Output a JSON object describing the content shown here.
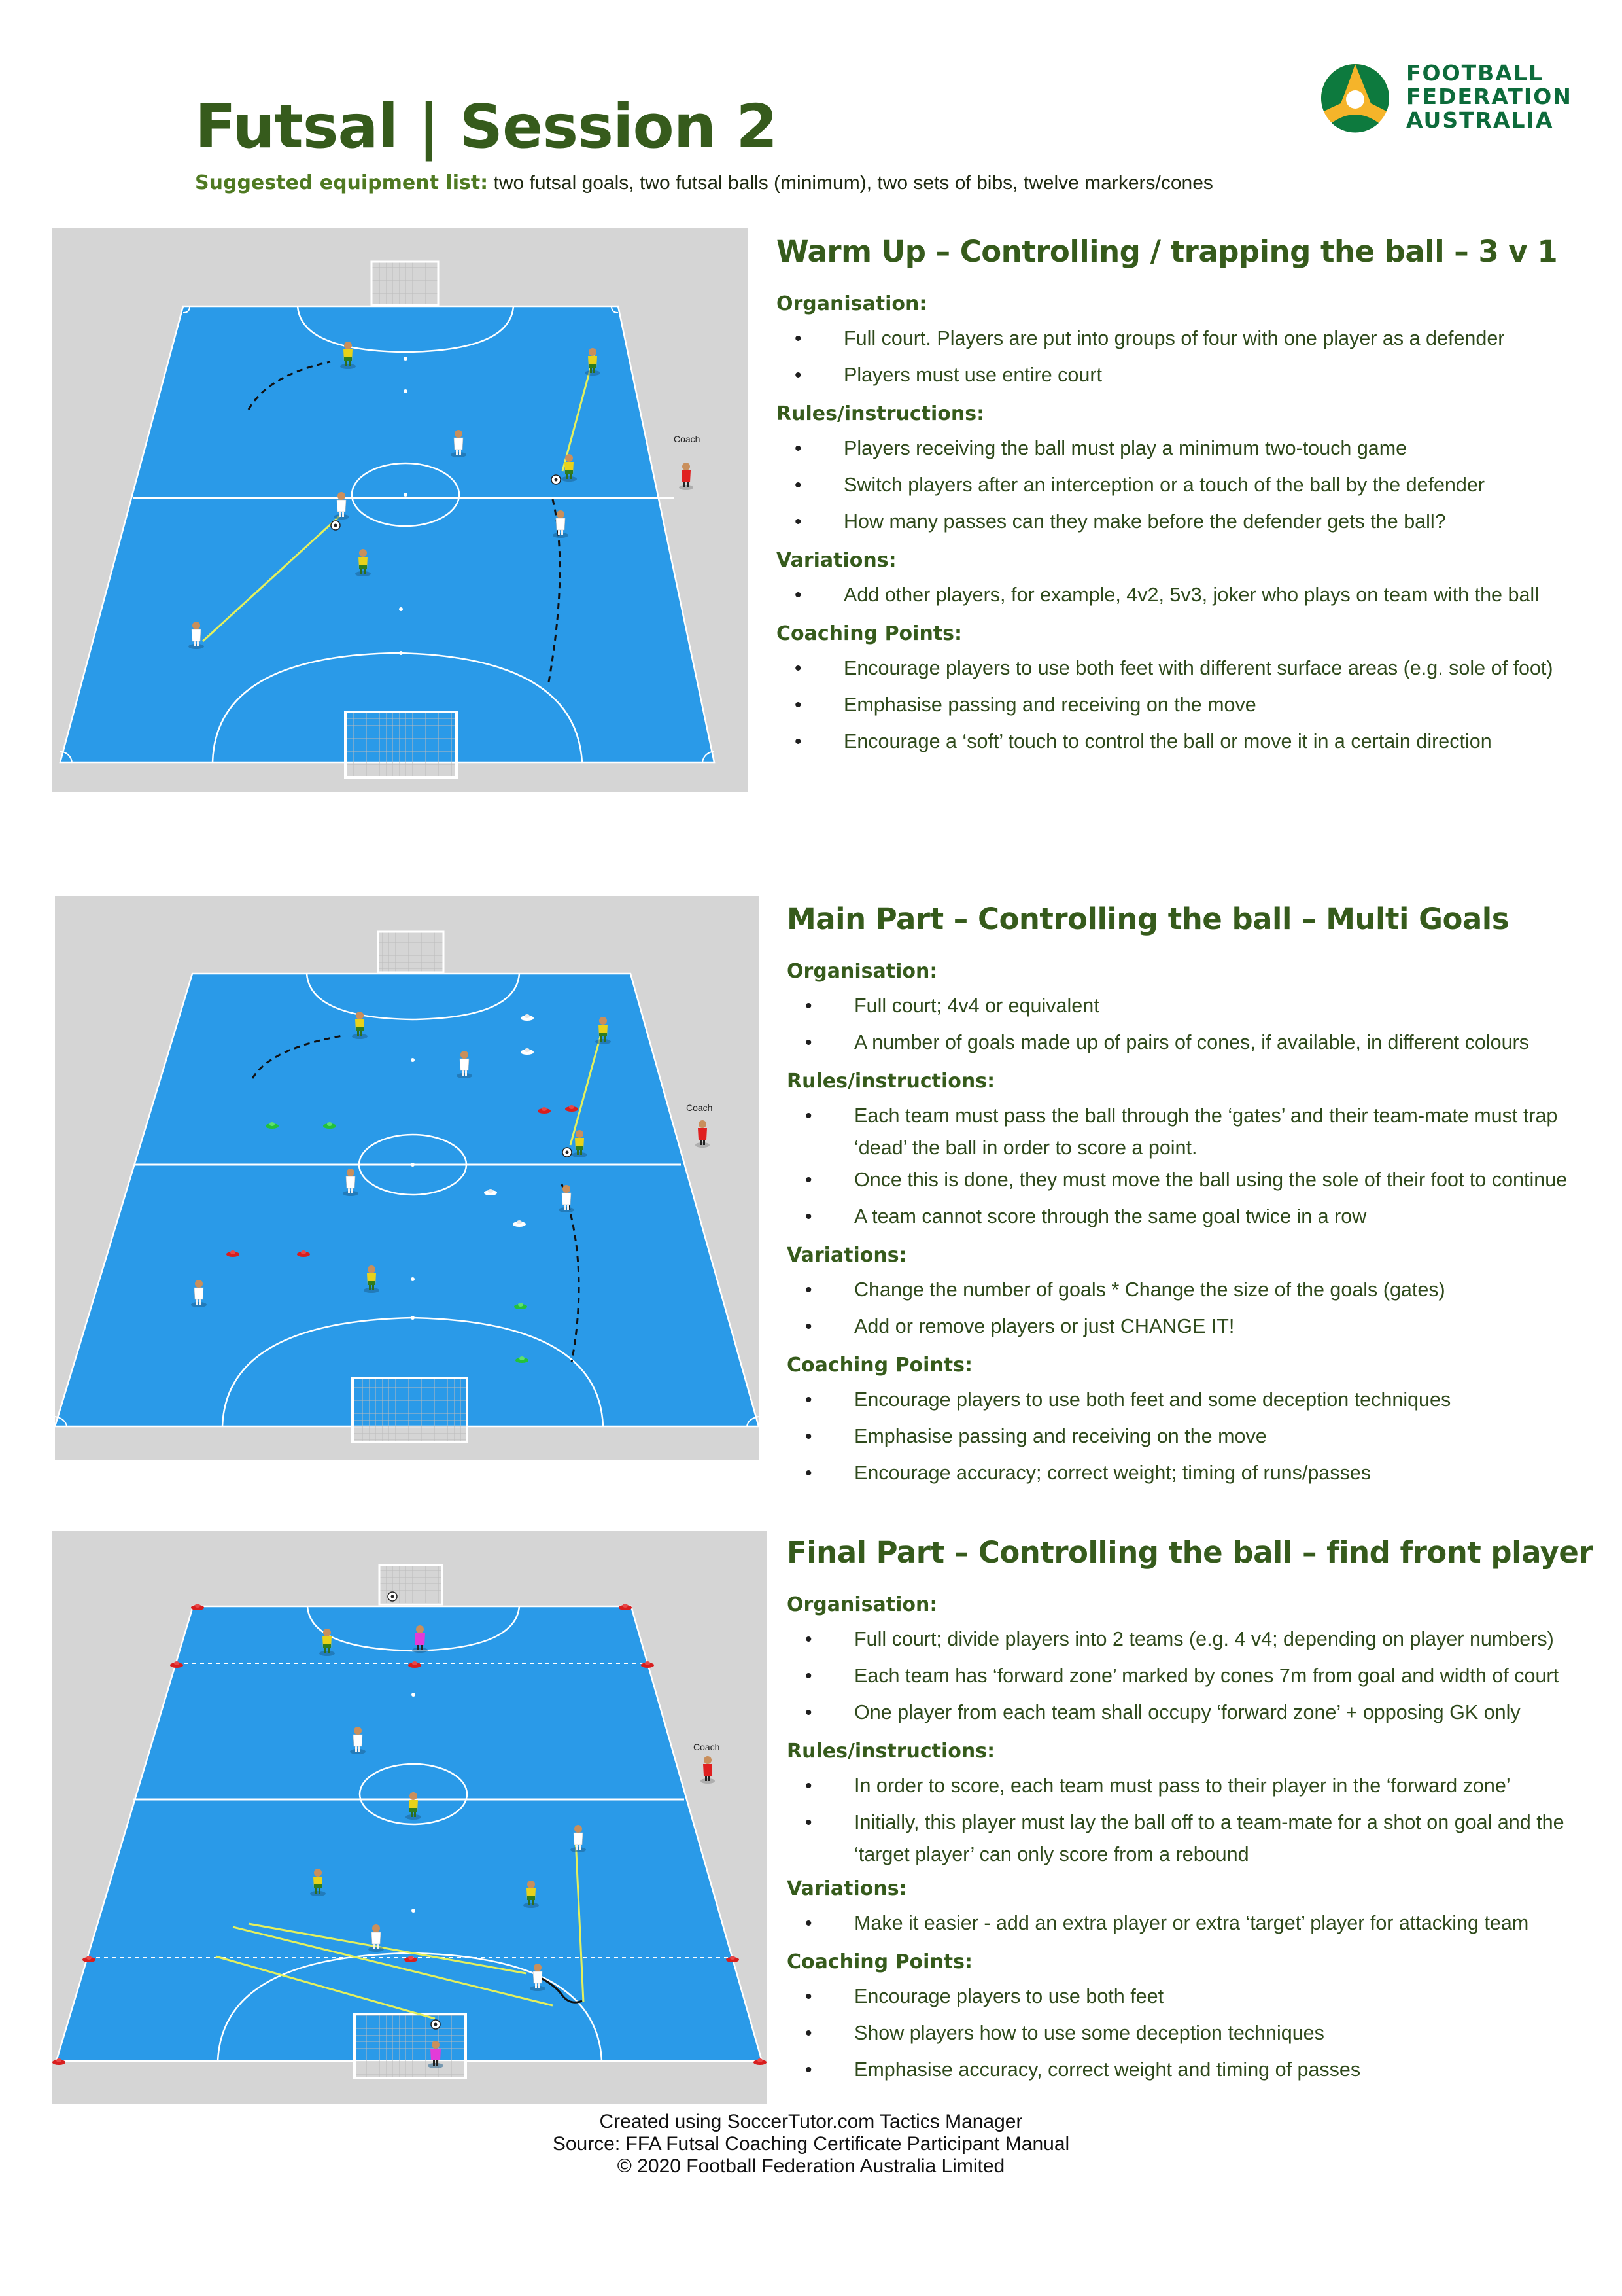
{
  "header": {
    "title": "Futsal | Session 2",
    "equipment_label": "Suggested equipment list:",
    "equipment_text": " two futsal goals, two futsal balls (minimum), two sets of bibs, twelve markers/cones"
  },
  "logo": {
    "line1": "FOOTBALL",
    "line2": "FEDERATION",
    "line3": "AUSTRALIA",
    "icon": "ffa-ball-logo-icon"
  },
  "coach_label": "Coach",
  "colors": {
    "court": "#2a9ae8",
    "surround": "#d5d5d5",
    "heading": "#365b1c",
    "body_text": "#2f4a1c",
    "team_yellow": "#e8d21a",
    "team_white": "#ffffff",
    "coach_red": "#e02020",
    "goalkeeper_pink": "#e23bd8"
  },
  "sections": [
    {
      "title": "Warm Up – Controlling / trapping the ball – 3 v 1",
      "groups": [
        {
          "label": "Organisation:",
          "items": [
            "Full court. Players are put into groups of four with one player as a defender",
            "Players must use entire court"
          ]
        },
        {
          "label": "Rules/instructions:",
          "items": [
            "Players receiving the ball must play a minimum two-touch game",
            "Switch players after an interception or a touch of the ball by the defender",
            "How many passes can they make before the defender gets the ball?"
          ]
        },
        {
          "label": "Variations:",
          "items": [
            "Add other players, for example, 4v2, 5v3, joker who plays on team with the ball"
          ]
        },
        {
          "label": "Coaching Points:",
          "items": [
            "Encourage players to use both feet with different surface areas (e.g. sole of foot)",
            "Emphasise passing and receiving on the move",
            "Encourage a ‘soft’ touch to control the ball or move it in a certain direction"
          ]
        }
      ]
    },
    {
      "title": "Main Part – Controlling the ball – Multi Goals",
      "groups": [
        {
          "label": "Organisation:",
          "items": [
            "Full court; 4v4 or equivalent",
            "A number of goals made up of pairs of cones, if available, in different colours"
          ]
        },
        {
          "label": "Rules/instructions:",
          "items": [
            "Each team must pass the ball through the ‘gates’ and their team-mate must trap ‘dead’ the ball in order to score a point.",
            "Once this is done, they must move the ball using the sole of their foot to continue",
            "A team cannot score through the same goal twice in a row"
          ]
        },
        {
          "label": "Variations:",
          "items": [
            "Change the number of goals * Change the size of the goals (gates)",
            "Add or remove players or just CHANGE IT!"
          ]
        },
        {
          "label": "Coaching Points:",
          "items": [
            "Encourage players to use both feet and some deception techniques",
            "Emphasise passing and receiving on the move",
            "Encourage accuracy; correct weight; timing of runs/passes"
          ]
        }
      ]
    },
    {
      "title": "Final Part – Controlling the ball – find front player",
      "groups": [
        {
          "label": "Organisation:",
          "items": [
            "Full court; divide players into 2 teams (e.g. 4 v4; depending on player numbers)",
            "Each team has ‘forward zone’ marked by cones 7m from goal and width of court",
            "One player from each team shall occupy ‘forward zone’ + opposing GK only"
          ]
        },
        {
          "label": "Rules/instructions:",
          "items": [
            "In order to score, each team must pass to their player in the ‘forward zone’",
            "Initially, this player must lay the ball off to a team-mate for a shot on goal and  the ‘target player’ can only score  from a rebound"
          ]
        },
        {
          "label": "Variations:",
          "items": [
            "Make it easier - add an extra player or extra ‘target’ player for attacking team"
          ]
        },
        {
          "label": "Coaching Points:",
          "items": [
            "Encourage players to use both feet",
            "Show players how to use some deception techniques",
            "Emphasise accuracy, correct weight and timing of passes"
          ]
        }
      ]
    }
  ],
  "footer": {
    "line1": "Created using SoccerTutor.com Tactics Manager",
    "line2": "Source: FFA Futsal Coaching Certificate Participant Manual",
    "line3": "© 2020 Football Federation Australia Limited"
  }
}
